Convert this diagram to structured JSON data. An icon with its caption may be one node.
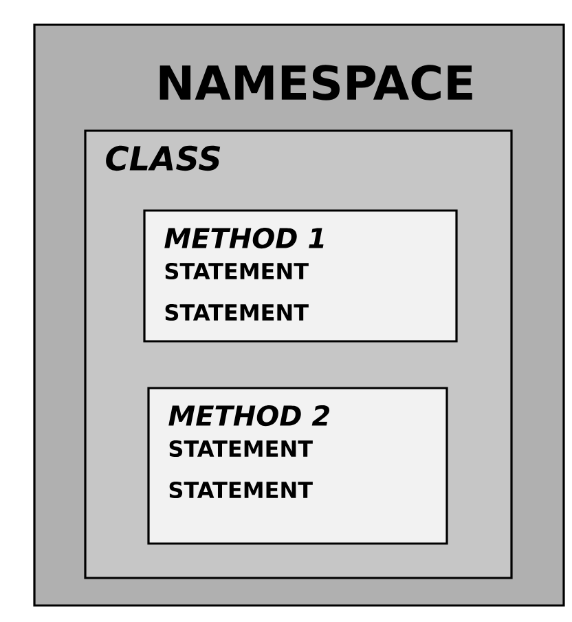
{
  "diagram": {
    "nodes": [
      {
        "text": [
          "NAMESPACE"
        ]
      },
      {
        "text": [
          "CLASS"
        ],
        "in": 0
      },
      {
        "text": [
          "METHOD 1",
          "STATEMENT",
          "STATEMENT"
        ],
        "in": 1
      },
      {
        "text": [
          "METHOD 2",
          "STATEMENT",
          "STATEMENT"
        ],
        "in": 1
      }
    ]
  }
}
